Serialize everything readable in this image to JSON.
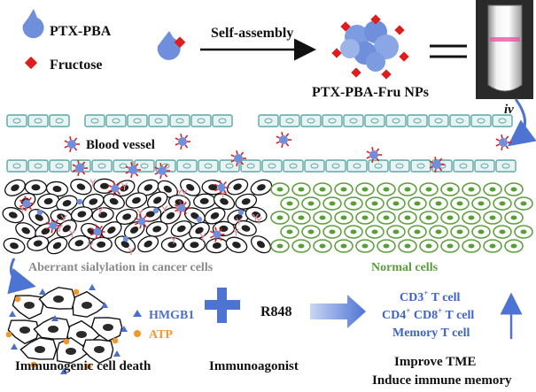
{
  "legend": {
    "ptx_pba": "PTX-PBA",
    "fructose": "Fructose"
  },
  "assembly": {
    "step_label": "Self-assembly",
    "nanoparticle_label": "PTX-PBA-Fru NPs",
    "route_label": "iv"
  },
  "vessel": {
    "label": "Blood vessel"
  },
  "tissue": {
    "cancer_label": "Aberrant sialylation in cancer cells",
    "normal_label": "Normal cells"
  },
  "outcome": {
    "hmgb1": "HMGB1",
    "atp": "ATP",
    "agonist": "R848",
    "icd_caption": "Immunogenic cell death",
    "agonist_caption": "Immunoagonist",
    "tcells": [
      {
        "base": "CD3",
        "sup": "+",
        "rest": " T cell"
      },
      {
        "base": "CD4",
        "sup": "+",
        "mid": " CD8",
        "sup2": "+",
        "rest": " T cell"
      },
      {
        "base": "Memory T cell"
      }
    ],
    "result_line1": "Improve TME",
    "result_line2": "Induce immune memory"
  },
  "colors": {
    "nanodrug": "#6f8fdc",
    "fructose": "#e01c1c",
    "vessel_border": "#5aa9a6",
    "vessel_fill": "#e9f3f3",
    "cancer_label": "#8a8a8a",
    "normal_cell": "#5a9e3a",
    "normal_label": "#5a9e3a",
    "tcell_text": "#3d63c9",
    "arrow_blue": "#5b7fd6",
    "hmgb1": "#4a6fd1",
    "atp": "#f0992b",
    "receptor": "#e58a9b"
  }
}
